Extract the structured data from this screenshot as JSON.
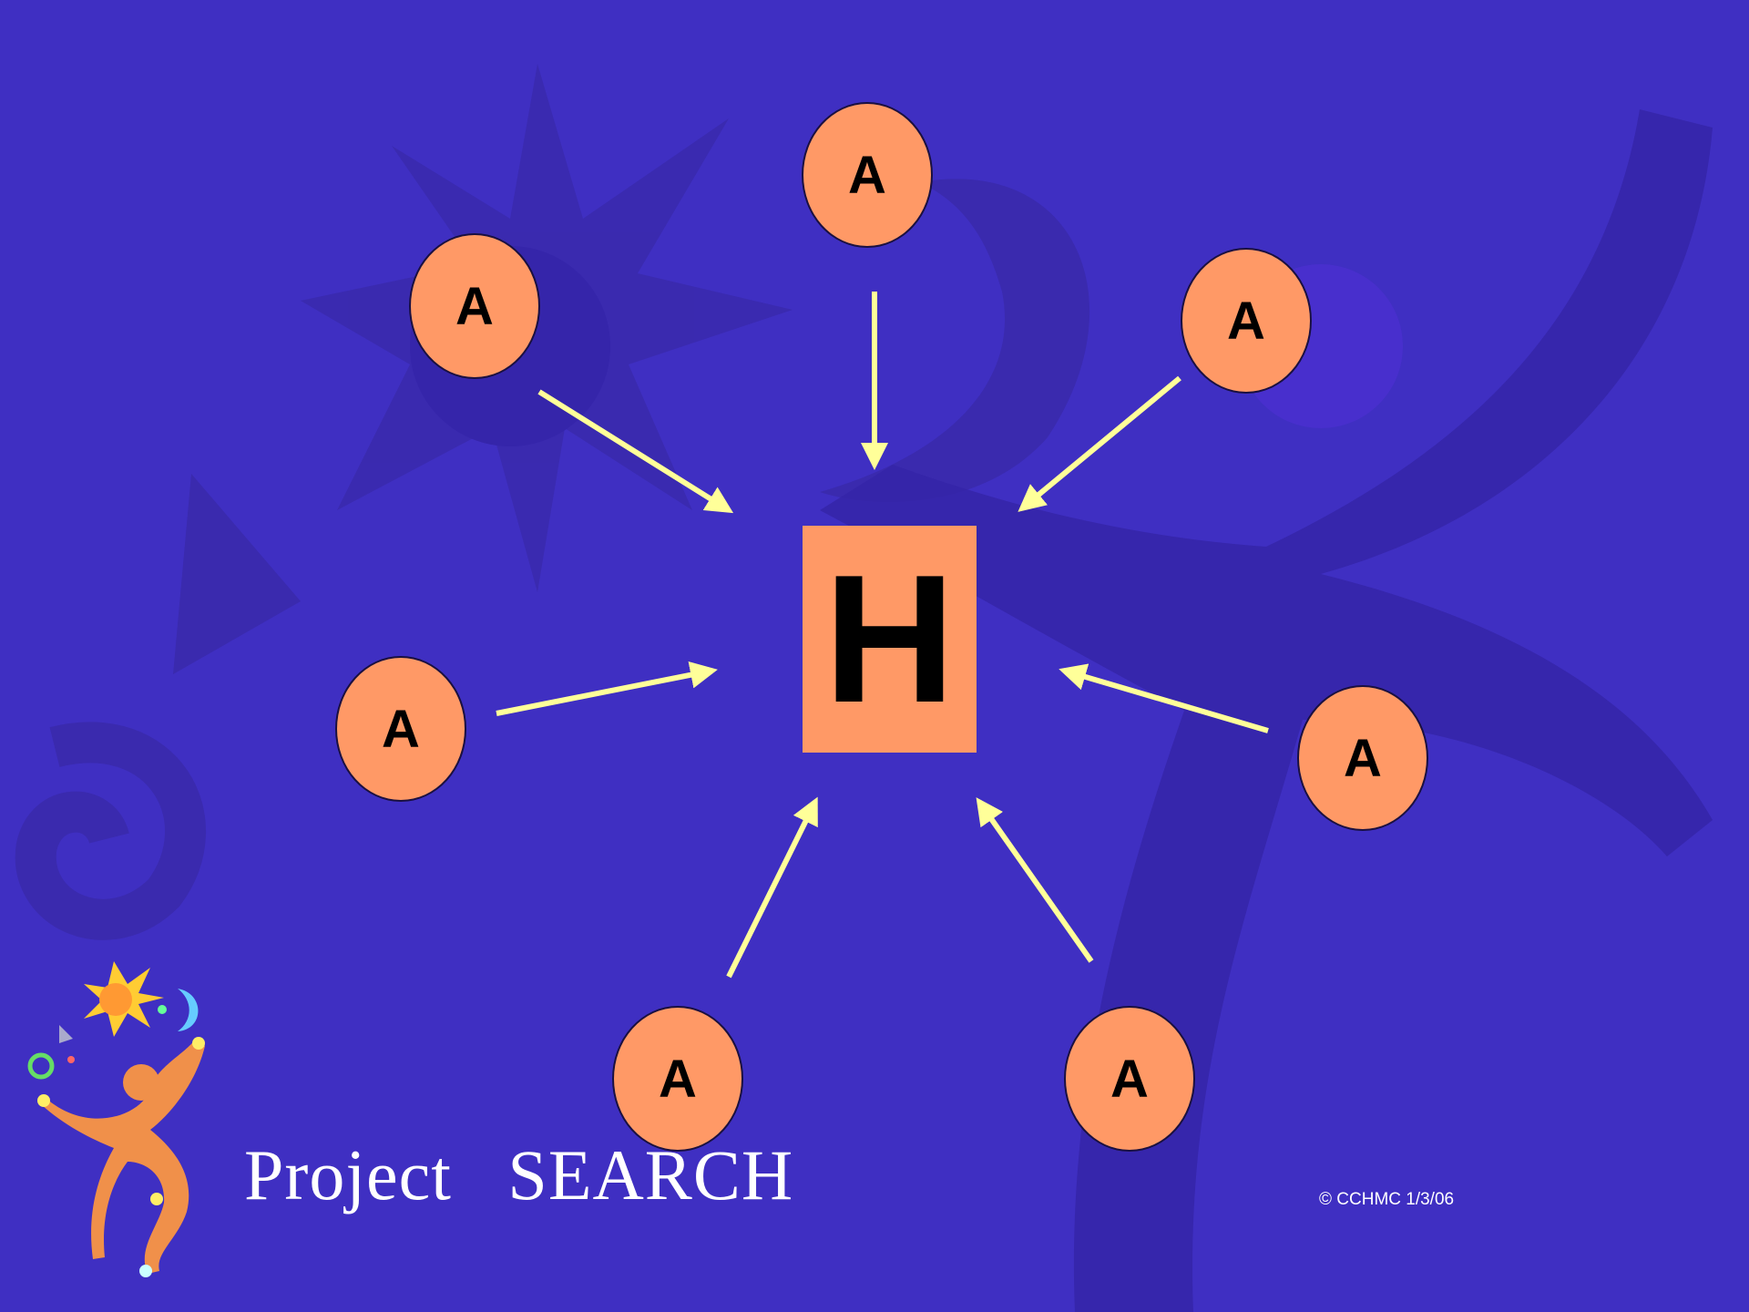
{
  "diagram": {
    "hub_label": "H",
    "node_labels": [
      "A",
      "A",
      "A",
      "A",
      "A",
      "A",
      "A"
    ]
  },
  "branding": {
    "logo_text": "Project   SEARCH",
    "copyright": "© CCHMC 1/3/06"
  },
  "colors": {
    "background": "#3f2fc2",
    "node_fill": "#ff9966",
    "arrow": "#ffff99"
  }
}
